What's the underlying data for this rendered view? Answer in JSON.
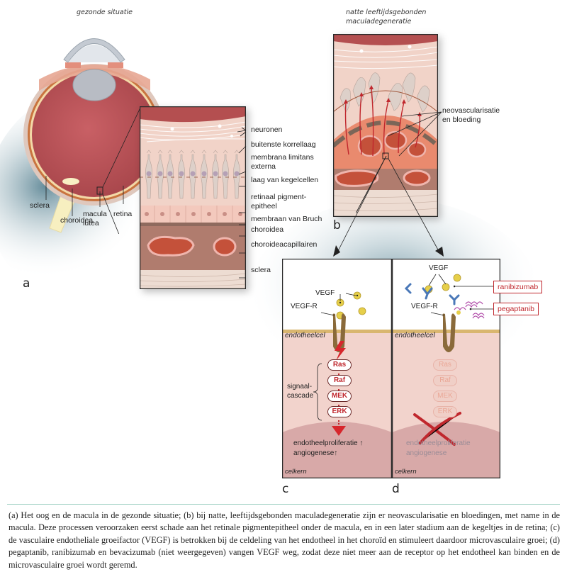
{
  "panel_a": {
    "title": "gezonde situatie",
    "letter": "a",
    "eye_labels": {
      "sclera": "sclera",
      "choroidea": "choroidea",
      "macula_lutea": [
        "macula",
        "lutea"
      ],
      "retina": "retina"
    },
    "inset_labels": [
      "neuronen",
      "buitenste korrellaag",
      "membrana limitans",
      "externa",
      "laag van kegelcellen",
      "retinaal pigment-",
      "epitheel",
      "membraan van Bruch",
      "choroidea",
      "choroideacapillairen",
      "sclera"
    ]
  },
  "panel_b": {
    "title_line1": "natte leeftijdsgebonden",
    "title_line2": "maculadegeneratie",
    "letter": "b",
    "label_line1": "neovascularisatie",
    "label_line2": "en bloeding"
  },
  "panel_c": {
    "letter": "c",
    "vegf": "VEGF",
    "vegf_r": "VEGF-R",
    "endothelial_cell": "endotheelcel",
    "cascade_label_line1": "signaal-",
    "cascade_label_line2": "cascade",
    "cascade": [
      "Ras",
      "Raf",
      "MEK",
      "ERK"
    ],
    "outcome_line1": "endotheelproliferatie",
    "outcome_line2": "angiogenese",
    "up_arrow": "↑",
    "nucleus": "celkern"
  },
  "panel_d": {
    "letter": "d",
    "vegf": "VEGF",
    "vegf_r": "VEGF-R",
    "endothelial_cell": "endotheelcel",
    "cascade": [
      "Ras",
      "Raf",
      "MEK",
      "ERK"
    ],
    "outcome_line1": "endotheelproliferatie",
    "outcome_line2": "angiogenese",
    "nucleus": "celkern",
    "drugs": [
      "ranibizumab",
      "pegaptanib"
    ]
  },
  "colors": {
    "accent_red": "#c0272d",
    "vegf_yellow": "#e6cf4a",
    "antibody_blue": "#4a78b8",
    "aptamer_purple": "#b04aa8",
    "receptor_brown": "#8a6a3a",
    "caption_rule": "#9fd1c4"
  },
  "caption": "(a) Het oog en de macula in de gezonde situatie; (b) bij natte, leeftijdsgebonden maculadegeneratie zijn er neovascularisatie en bloedingen, met name in de macula. Deze processen veroorzaken eerst schade aan het retinale pigmentepitheel onder de macula, en in een later stadium aan de kegeltjes in de retina; (c) de vasculaire endotheliale groeifactor (VEGF) is betrokken bij de celdeling van het endotheel in het choroïd en stimuleert daardoor microvasculaire groei; (d) pegaptanib, ranibizumab en bevacizumab (niet weergegeven) vangen VEGF weg, zodat deze niet meer aan de receptor op het endotheel kan binden en de microvasculaire groei wordt geremd."
}
